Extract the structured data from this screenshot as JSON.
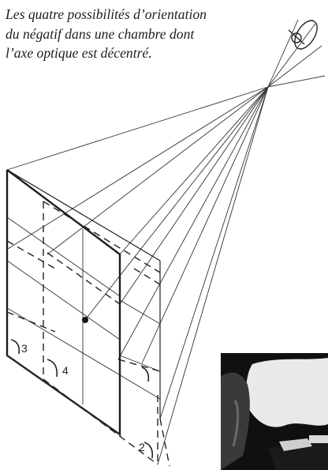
{
  "caption": {
    "line1": "Les quatre possibilités d’orientation",
    "line2": "du négatif dans une chambre dont",
    "line3": "l’axe optique est décentré."
  },
  "diagram": {
    "position_labels": [
      "3",
      "4",
      "2"
    ],
    "icons": [
      "lens-eye-icon"
    ],
    "colors": {
      "ink": "#1e1e1e",
      "line": "#333333"
    }
  },
  "photo": {
    "icon": "landscape-photo-thumbnail"
  }
}
